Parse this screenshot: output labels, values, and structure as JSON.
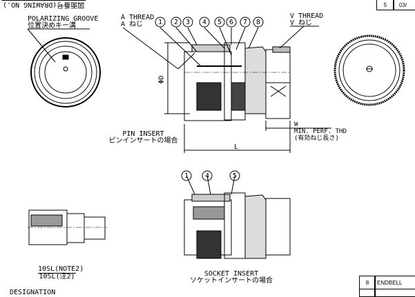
{
  "title_block": {
    "drawing_no_label": "図面番号(DRAWING NO.)",
    "sheet": "5",
    "date_partial": "03/"
  },
  "front_view": {
    "label_en": "POLARIZING GROOVE",
    "label_jp": "位置決めキー溝"
  },
  "pin_insert_view": {
    "a_thread_en": "A THREAD",
    "a_thread_jp": "A ねじ",
    "v_thread_en": "V THREAD",
    "v_thread_jp": "V ねじ",
    "balloons": [
      "1",
      "2",
      "3",
      "4",
      "5",
      "6",
      "7",
      "8"
    ],
    "dim_diameter": "ΦD",
    "dim_length": "L",
    "dim_w": "W",
    "min_perf_thd_en": "MIN. PERF. THD",
    "min_perf_thd_jp": "(有効ねじ長さ)",
    "caption_en": "PIN INSERT",
    "caption_jp": "ピンインサートの場合"
  },
  "socket_insert_view": {
    "balloons": [
      "1",
      "4",
      "5"
    ],
    "caption_en": "SOCKET INSERT",
    "caption_jp": "ソケットインサートの場合"
  },
  "variant_view": {
    "label_en": "10SL(NOTE2)",
    "label_jp": "10SL(注2)"
  },
  "designation_label": "DESIGNATION",
  "parts_table": [
    {
      "no": "8",
      "name": "ENDBELL"
    }
  ]
}
